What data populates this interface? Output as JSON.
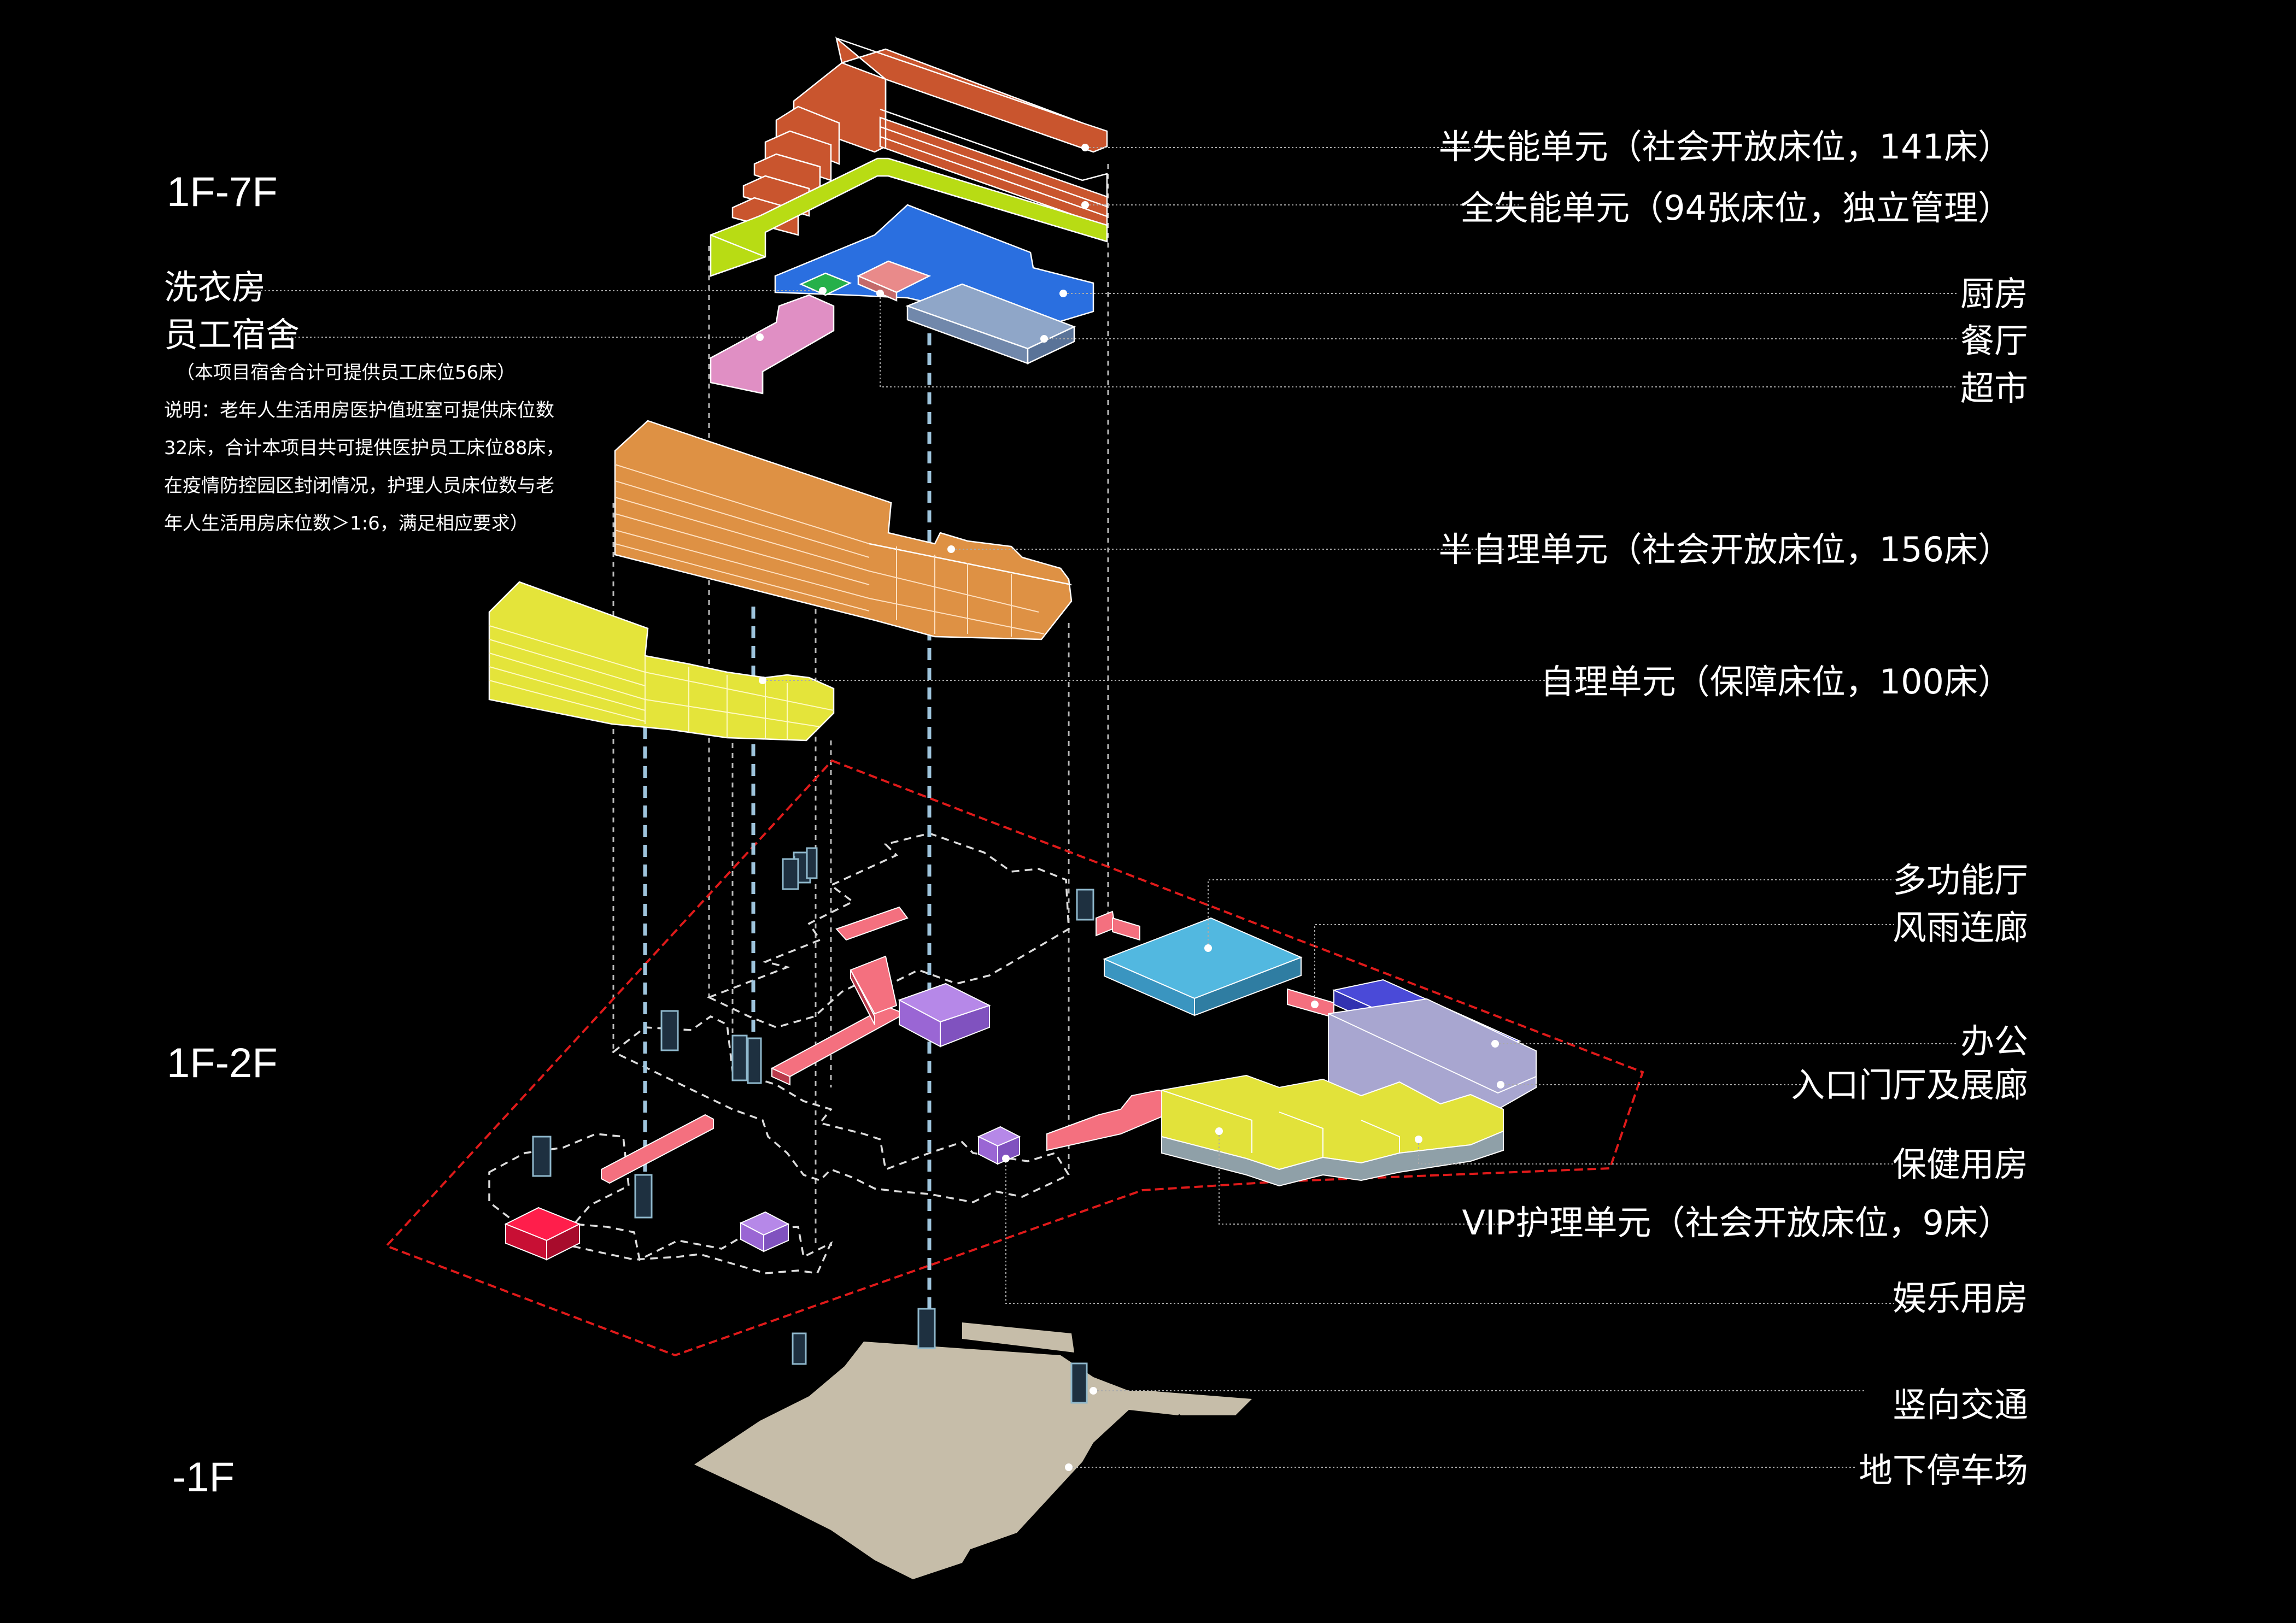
{
  "floors": {
    "upper": "1F-7F",
    "middle": "1F-2F",
    "basement": "-1F"
  },
  "labels_right": {
    "semi_disabled": "半失能单元（社会开放床位，141床）",
    "fully_disabled": "全失能单元（94张床位，独立管理）",
    "kitchen": "厨房",
    "dining": "餐厅",
    "supermarket": "超市",
    "semi_self_care": "半自理单元（社会开放床位，156床）",
    "self_care": "自理单元（保障床位，100床）",
    "multi_hall": "多功能厅",
    "covered_corridor": "风雨连廊",
    "office": "办公",
    "entrance_hall": "入口门厅及展廊",
    "health_room": "保健用房",
    "vip_unit": "VIP护理单元（社会开放床位，9床）",
    "recreation": "娱乐用房",
    "vertical_traffic": "竖向交通",
    "parking": "地下停车场"
  },
  "labels_left": {
    "laundry": "洗衣房",
    "staff_dorm": "员工宿舍",
    "note_lines": [
      "（本项目宿舍合计可提供员工床位56床）",
      "说明：老年人生活用房医护值班室可提供床位数",
      "32床，合计本项目共可提供医护员工床位88床，",
      "在疫情防控园区封闭情况，护理人员床位数与老",
      "年人生活用房床位数＞1:6，满足相应要求）"
    ]
  },
  "colors": {
    "semi_disabled": "#c9552e",
    "fully_disabled": "#b8dc14",
    "kitchen": "#2a6fe0",
    "dining": "#8fa6c8",
    "supermarket": "#e98a8a",
    "laundry": "#26b04a",
    "dorm": "#e08fc4",
    "semi_self_care": "#de9144",
    "self_care": "#e4e43a",
    "multi_hall": "#52b8e0",
    "corridor": "#e8576b",
    "office": "#4a4ad8",
    "entrance": "#a8a6d0",
    "health": "#e2e23a",
    "recreation": "#b688e8",
    "vip": "#e0123c",
    "parking": "#c6bda9",
    "site_boundary": "#e01a1a"
  }
}
